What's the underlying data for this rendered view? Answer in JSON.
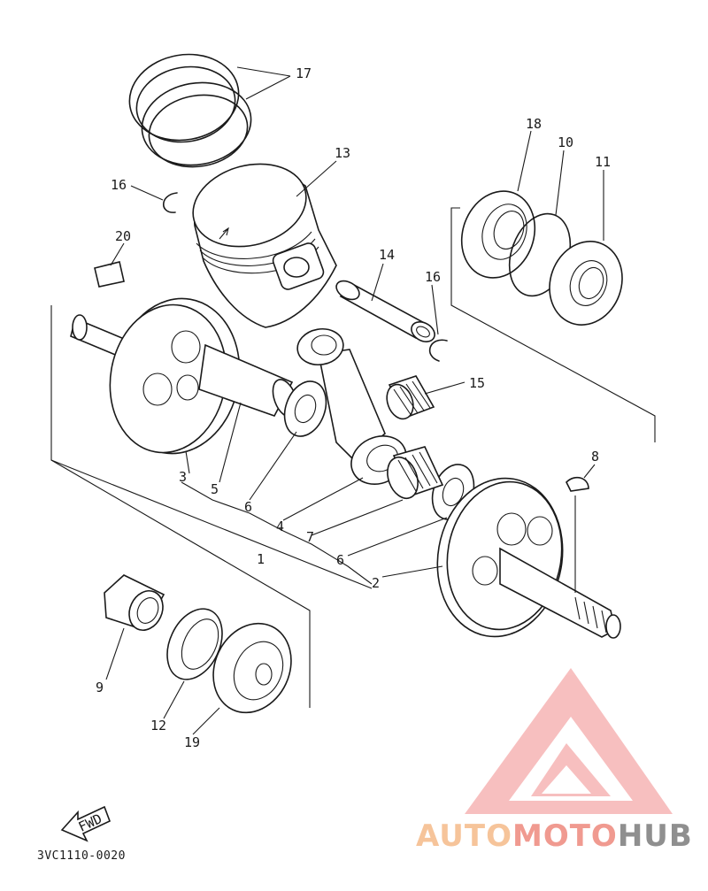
{
  "diagram": {
    "callouts": {
      "c1": "1",
      "c2": "2",
      "c3": "3",
      "c4": "4",
      "c5": "5",
      "c6a": "6",
      "c6b": "6",
      "c7": "7",
      "c8": "8",
      "c9": "9",
      "c10": "10",
      "c11": "11",
      "c12": "12",
      "c13": "13",
      "c14": "14",
      "c15": "15",
      "c16a": "16",
      "c16b": "16",
      "c17": "17",
      "c18": "18",
      "c19": "19",
      "c20": "20"
    },
    "fwd_label": "FWD",
    "drawing_code": "3VC1110-0020"
  },
  "watermark": {
    "part1": "AUTO",
    "part2": "MOTO",
    "part3": "HUB",
    "colors": {
      "part1": "#f6c49a",
      "part2": "#f09a90",
      "part3": "#8f8f8f",
      "logo": "#f28c8c"
    }
  }
}
